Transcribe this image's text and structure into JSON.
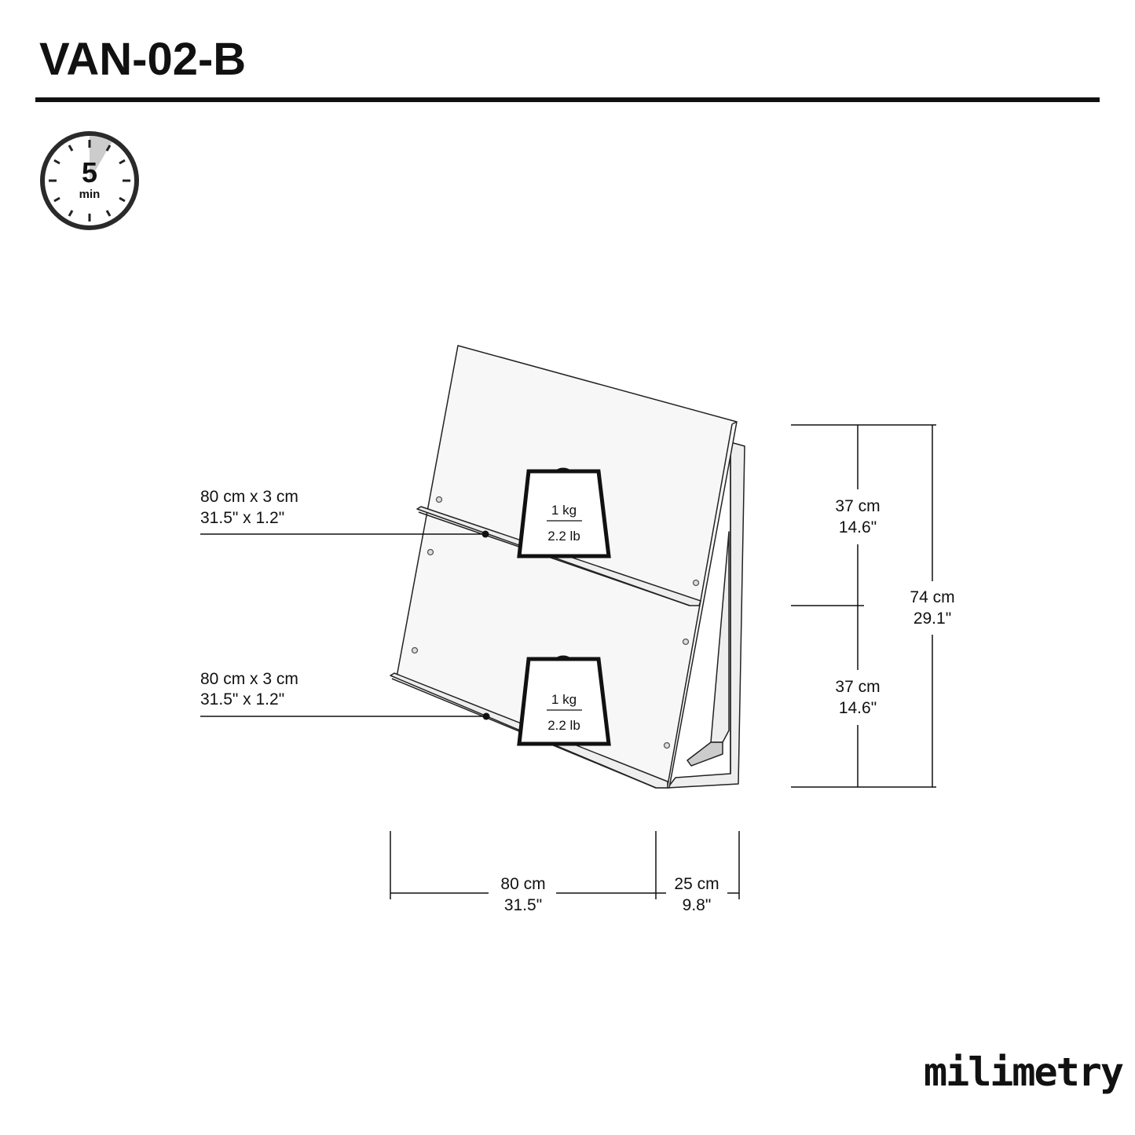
{
  "header": {
    "title": "VAN-02-B"
  },
  "assembly_time": {
    "value": "5",
    "unit": "min",
    "fraction_shaded": 0.0833
  },
  "shelves": [
    {
      "size_cm": "80 cm x 3 cm",
      "size_in": "31.5\" x 1.2\"",
      "load_kg": "1 kg",
      "load_lb": "2.2 lb"
    },
    {
      "size_cm": "80 cm x 3 cm",
      "size_in": "31.5\" x 1.2\"",
      "load_kg": "1 kg",
      "load_lb": "2.2 lb"
    }
  ],
  "dimensions": {
    "upper_section": {
      "cm": "37 cm",
      "in": "14.6\""
    },
    "lower_section": {
      "cm": "37 cm",
      "in": "14.6\""
    },
    "total_height": {
      "cm": "74 cm",
      "in": "29.1\""
    },
    "width": {
      "cm": "80 cm",
      "in": "31.5\""
    },
    "depth": {
      "cm": "25 cm",
      "in": "9.8\""
    }
  },
  "brand": {
    "logo_text": "milimetry"
  },
  "colors": {
    "ink": "#111111",
    "panel": "#f7f7f7",
    "shade": "#cccccc"
  }
}
